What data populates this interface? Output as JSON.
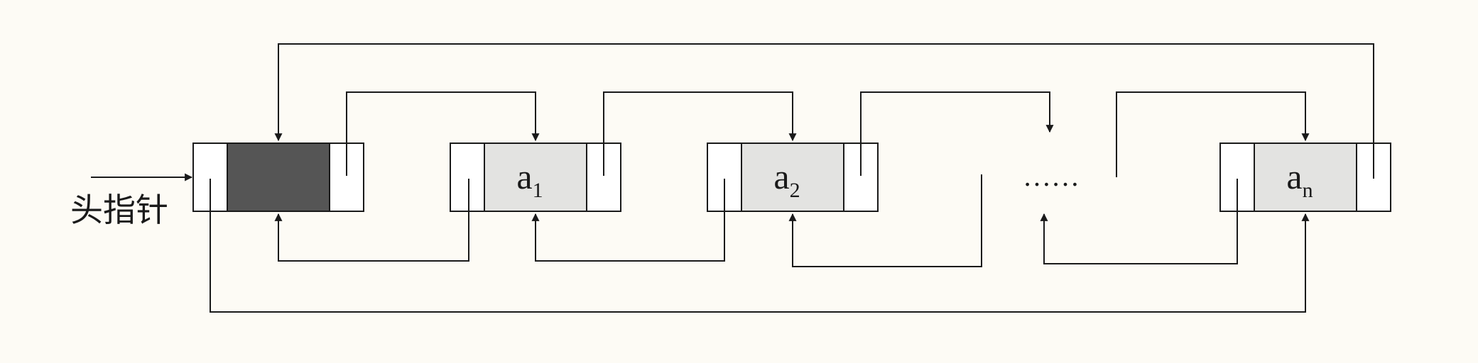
{
  "head_pointer_label": "头指针",
  "ellipsis": "……",
  "nodes": [
    {
      "id": "head",
      "label": ""
    },
    {
      "id": "n1",
      "label": "a",
      "sub": "1"
    },
    {
      "id": "n2",
      "label": "a",
      "sub": "2"
    },
    {
      "id": "nn",
      "label": "a",
      "sub": "n"
    }
  ],
  "colors": {
    "background": "#fdfbf5",
    "line": "#1a1a1a",
    "node_data_fill": "#e3e3e1",
    "head_data_fill": "#555555",
    "pointer_fill": "#ffffff"
  }
}
